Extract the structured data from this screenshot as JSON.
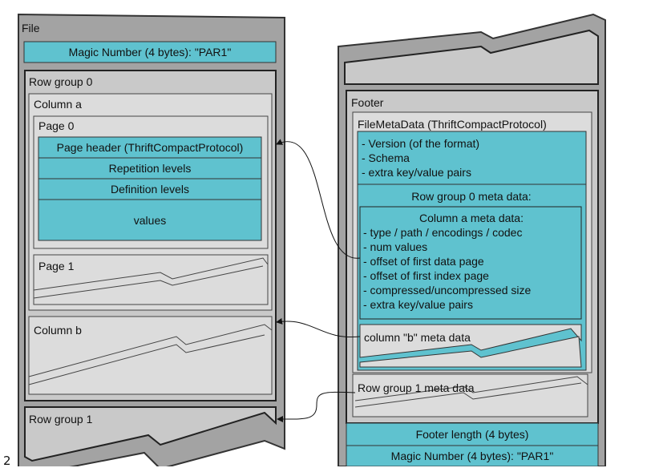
{
  "file": {
    "label": "File",
    "magic_top": "Magic Number (4 bytes): \"PAR1\"",
    "row_group_0": {
      "label": "Row group 0",
      "column_a": {
        "label": "Column a",
        "page_0": {
          "label": "Page 0",
          "page_header": "Page header (ThriftCompactProtocol)",
          "repetition": "Repetition levels",
          "definition": "Definition levels",
          "values": "values"
        },
        "page_1": "Page 1"
      },
      "column_b": "Column b"
    },
    "row_group_1": "Row group 1"
  },
  "footer": {
    "label": "Footer",
    "file_meta": "FileMetaData (ThriftCompactProtocol)",
    "meta_lines": [
      "- Version (of the format)",
      "- Schema",
      "- extra key/value pairs"
    ],
    "rg0_meta": "Row group 0 meta data:",
    "col_a_meta": {
      "title": "Column a meta data:",
      "lines": [
        "- type / path / encodings /  codec",
        "- num values",
        "- offset of first data page",
        "- offset of first index page",
        "- compressed/uncompressed size",
        "- extra key/value pairs"
      ]
    },
    "col_b_meta": "column \"b\" meta data",
    "rg1_meta": "Row group 1 meta data",
    "footer_length": "Footer length (4 bytes)",
    "magic_bottom": "Magic Number (4 bytes): \"PAR1\""
  },
  "page_number": "2",
  "colors": {
    "teal": "#5fc2cf",
    "outer": "#a3a3a3",
    "mid": "#c9c9c9",
    "light": "#dcdcdc"
  }
}
